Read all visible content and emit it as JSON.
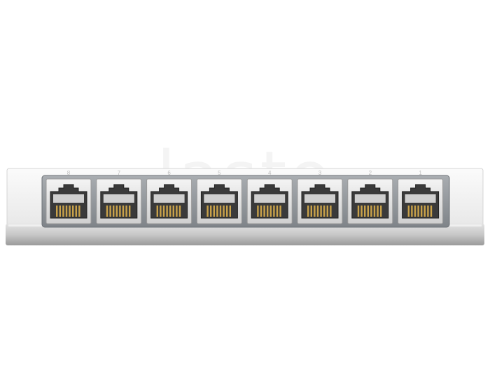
{
  "product": {
    "name": "8-port network switch",
    "view": "rear",
    "port_count": 8,
    "port_labels": [
      "8",
      "7",
      "6",
      "5",
      "4",
      "3",
      "2",
      "1"
    ]
  },
  "watermark": {
    "text": "lasto"
  },
  "colors": {
    "background": "#ffffff",
    "housing": "#f2f2f2",
    "housing_shadow": "#cfcfcf",
    "port_panel": "#8f9499",
    "jack_body": "#e6e6e6",
    "jack_cavity": "#3a3a3a",
    "contact_pins": "#c9a24a"
  }
}
